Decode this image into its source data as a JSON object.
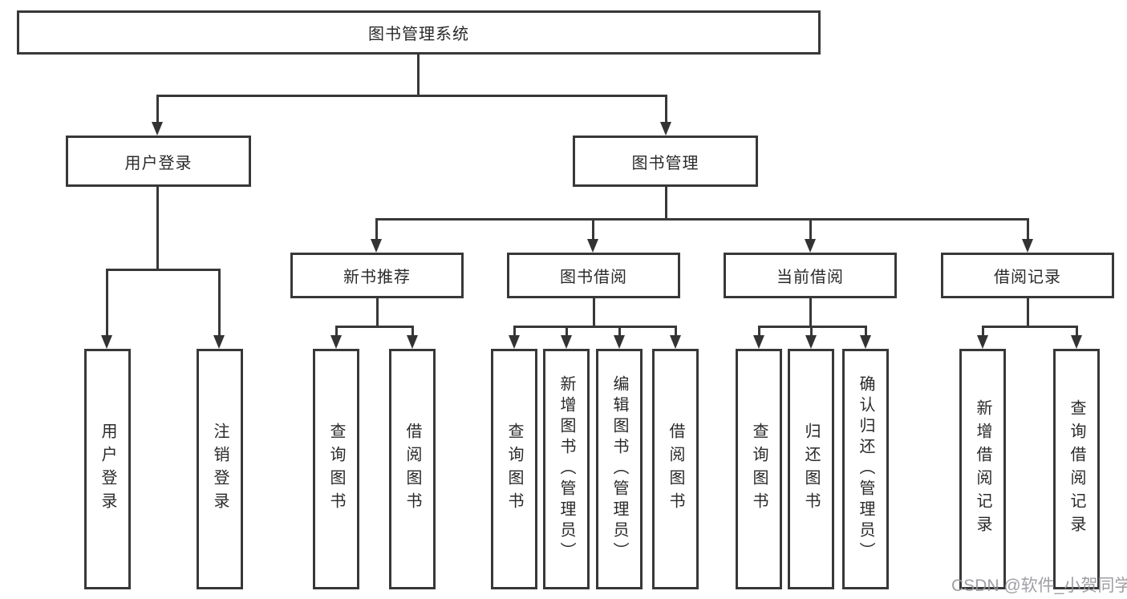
{
  "tree": {
    "label": "图书管理系统",
    "children": [
      {
        "label": "用户登录",
        "children": [
          {
            "label": "用户登录"
          },
          {
            "label": "注销登录"
          }
        ]
      },
      {
        "label": "图书管理",
        "children": [
          {
            "label": "新书推荐",
            "children": [
              {
                "label": "查询图书"
              },
              {
                "label": "借阅图书"
              }
            ]
          },
          {
            "label": "图书借阅",
            "children": [
              {
                "label": "查询图书"
              },
              {
                "label": "新增图书（管理员）"
              },
              {
                "label": "编辑图书（管理员）"
              },
              {
                "label": "借阅图书"
              }
            ]
          },
          {
            "label": "当前借阅",
            "children": [
              {
                "label": "查询图书"
              },
              {
                "label": "归还图书"
              },
              {
                "label": "确认归还（管理员）"
              }
            ]
          },
          {
            "label": "借阅记录",
            "children": [
              {
                "label": "新增借阅记录"
              },
              {
                "label": "查询借阅记录"
              }
            ]
          }
        ]
      }
    ]
  },
  "watermark": {
    "text": "CSDN @软件_小贺同学"
  },
  "colors": {
    "line": "#383838",
    "box_border": "#383838",
    "text": "#2a2a2a",
    "watermark": "#94949b",
    "background": "#ffffff"
  }
}
